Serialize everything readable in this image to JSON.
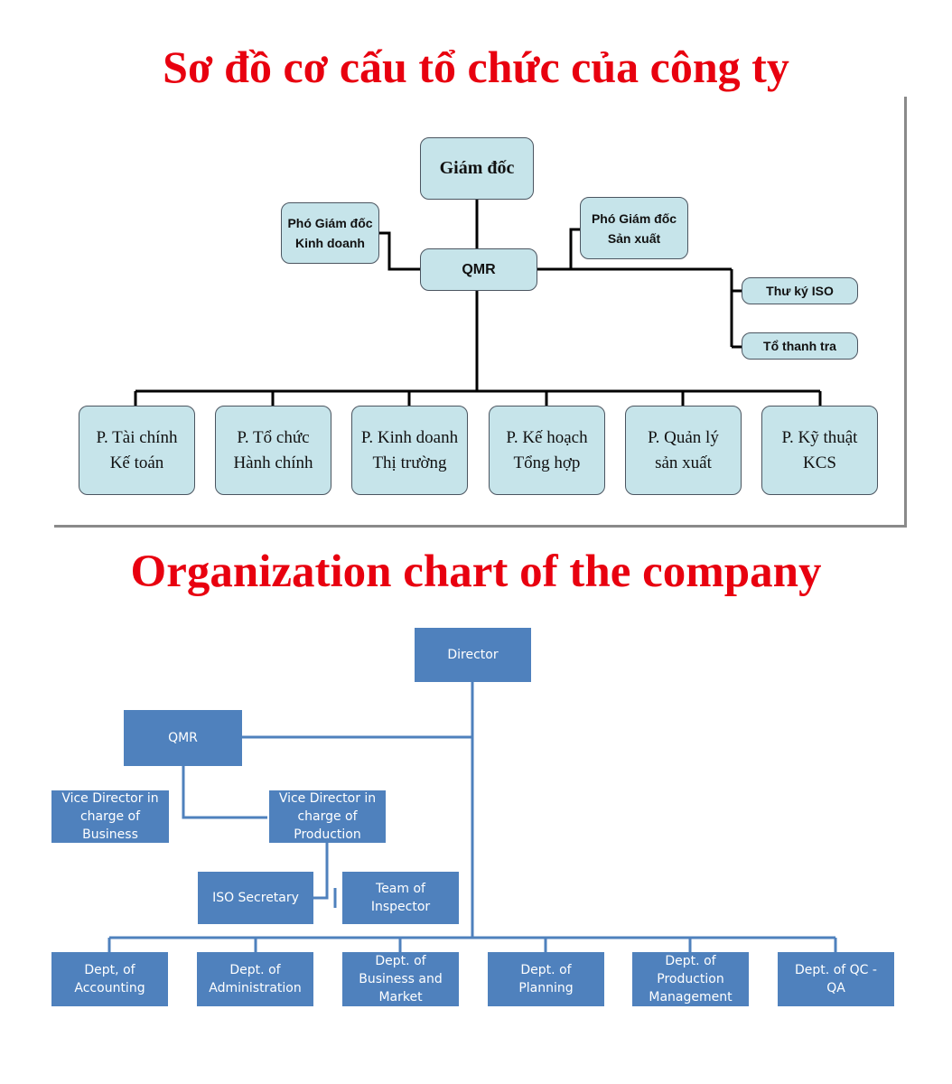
{
  "vi_chart": {
    "title": "Sơ đồ cơ cấu tổ chức của công ty",
    "director": "Giám đốc",
    "qmr": "QMR",
    "vice_business": "Phó Giám đốc\nKinh doanh",
    "vice_production": "Phó Giám đốc\nSản xuất",
    "iso_secretary": "Thư ký ISO",
    "inspection_team": "Tổ thanh tra",
    "departments": [
      "P. Tài chính\nKế toán",
      "P. Tổ chức\nHành chính",
      "P. Kinh doanh\nThị trường",
      "P. Kế hoạch\nTổng hợp",
      "P. Quản lý\nsản xuất",
      "P. Kỹ thuật\nKCS"
    ]
  },
  "en_chart": {
    "title": "Organization chart of the company",
    "director": "Director",
    "qmr": "QMR",
    "vice_business": "Vice Director in\ncharge of\nBusiness",
    "vice_production": "Vice Director in\ncharge of\nProduction",
    "iso_secretary": "ISO Secretary",
    "inspection_team": "Team of\nInspector",
    "departments": [
      "Dept, of\nAccounting",
      "Dept. of\nAdministration",
      "Dept. of\nBusiness and\nMarket",
      "Dept. of\nPlanning",
      "Dept. of\nProduction\nManagement",
      "Dept. of QC -\nQA"
    ]
  },
  "colors": {
    "title": "#e8000f",
    "vi_box_fill": "#c6e4ea",
    "en_box_fill": "#4f81bd",
    "en_connector": "#4f81bd"
  }
}
